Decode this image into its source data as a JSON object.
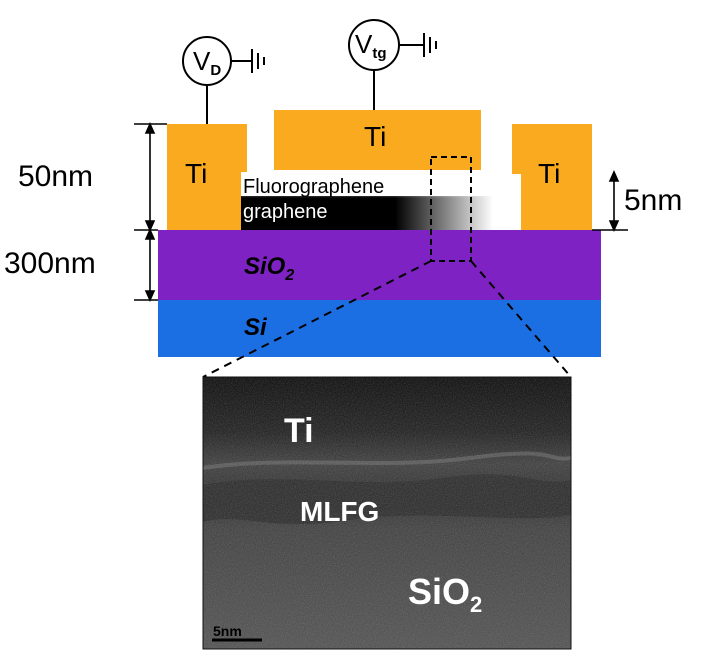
{
  "labels": {
    "drain_voltage": {
      "main": "V",
      "sub": "D"
    },
    "top_gate_voltage": {
      "main": "V",
      "sub": "tg"
    },
    "left_electrode": "Ti",
    "top_gate_electrode": "Ti",
    "right_electrode": "Ti",
    "thickness_electrode": "50nm",
    "thickness_oxide": "300nm",
    "thickness_fluorographene": "5nm",
    "fluorographene_layer": "Fluorographene",
    "graphene_layer": "graphene",
    "oxide_layer": {
      "main": "SiO",
      "sub": "2"
    },
    "substrate_layer": "Si"
  },
  "tem_image": {
    "ti_label": "Ti",
    "mlfg_label": "MLFG",
    "sio2_label": {
      "main": "SiO",
      "sub": "2"
    },
    "scale_bar": "5nm"
  },
  "colors": {
    "titanium": "#F9AA1E",
    "silicon_dioxide": "#7E22C4",
    "silicon": "#1C6FE2",
    "graphene": "#000000",
    "tem_background": "#4a4a4a"
  }
}
